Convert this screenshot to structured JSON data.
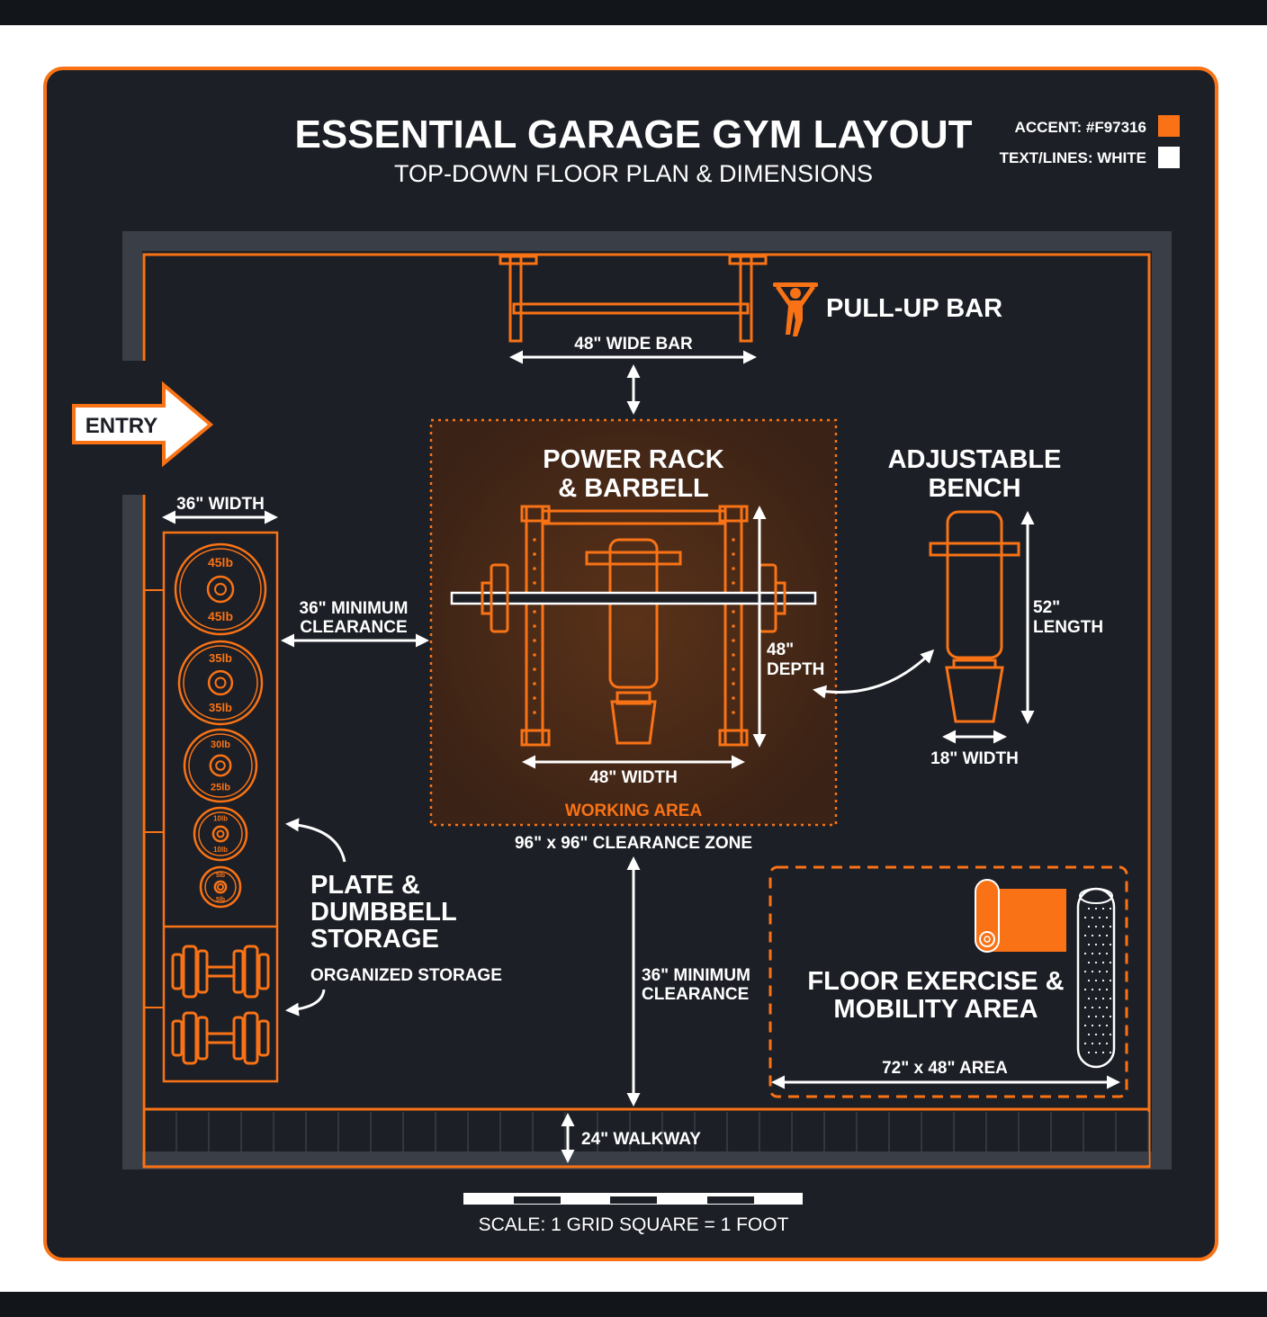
{
  "header": {
    "title": "ESSENTIAL GARAGE GYM LAYOUT",
    "subtitle": "TOP-DOWN FLOOR PLAN & DIMENSIONS"
  },
  "legend": {
    "accent_label": "ACCENT: #F97316",
    "text_label": "TEXT/LINES: WHITE"
  },
  "colors": {
    "accent": "#f97316",
    "lines": "#ffffff",
    "background": "#1c1f26",
    "wall": "#3a3e46",
    "working_area": "#4a2a18"
  },
  "pullup": {
    "label": "PULL-UP BAR",
    "dim": "48\" WIDE BAR",
    "icon": "pull-up-person-icon"
  },
  "entry": {
    "label": "ENTRY"
  },
  "rack": {
    "title_line1": "POWER RACK",
    "title_line2": "& BARBELL",
    "depth_line1": "48\"",
    "depth_line2": "DEPTH",
    "width": "48\" WIDTH",
    "working_area": "WORKING AREA",
    "clearance_zone": "96\" x 96\" CLEARANCE ZONE"
  },
  "bench": {
    "title_line1": "ADJUSTABLE",
    "title_line2": "BENCH",
    "length_line1": "52\"",
    "length_line2": "LENGTH",
    "width": "18\" WIDTH"
  },
  "storage": {
    "width": "36\" WIDTH",
    "title_line1": "PLATE &",
    "title_line2": "DUMBBELL",
    "title_line3": "STORAGE",
    "note": "ORGANIZED STORAGE",
    "plates": [
      {
        "top": "45lb",
        "bottom": "45lb"
      },
      {
        "top": "35lb",
        "bottom": "35lb"
      },
      {
        "top": "30lb",
        "bottom": "25lb"
      },
      {
        "top": "10lb",
        "bottom": "10lb"
      },
      {
        "top": "5lb",
        "bottom": "5lb"
      }
    ]
  },
  "clearances": {
    "side_line1": "36\" MINIMUM",
    "side_line2": "CLEARANCE",
    "front_line1": "36\" MINIMUM",
    "front_line2": "CLEARANCE"
  },
  "floor": {
    "title_line1": "FLOOR EXERCISE &",
    "title_line2": "MOBILITY AREA",
    "area": "72\" x 48\" AREA",
    "icons": [
      "yoga-mat-icon",
      "foam-roller-icon"
    ]
  },
  "walkway": {
    "label": "24\" WALKWAY"
  },
  "scale": {
    "label": "SCALE: 1 GRID SQUARE = 1 FOOT"
  }
}
